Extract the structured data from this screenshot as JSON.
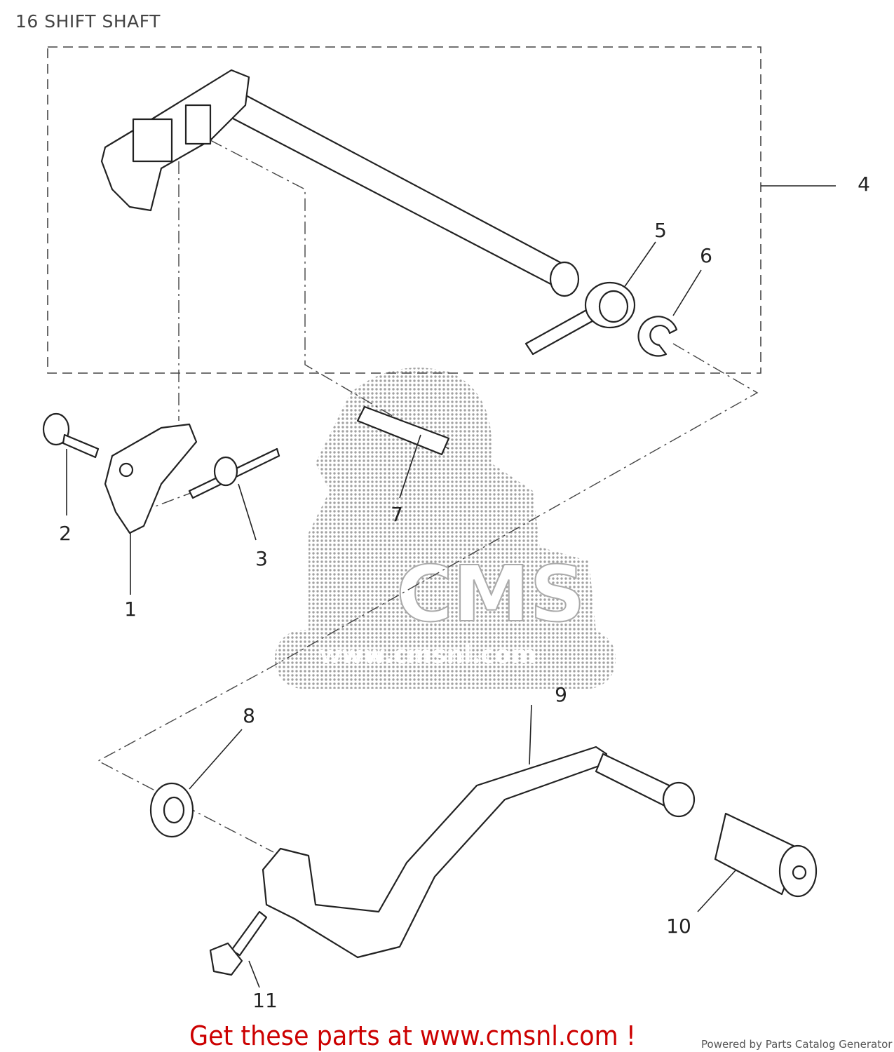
{
  "title": "16 SHIFT SHAFT",
  "callouts": [
    "1",
    "2",
    "3",
    "4",
    "5",
    "6",
    "7",
    "8",
    "9",
    "10",
    "11"
  ],
  "watermark": {
    "logo": "CMS",
    "url": "www.cmsnl.com"
  },
  "footer": {
    "promo": "Get these parts at www.cmsnl.com !",
    "powered_by": "Powered by Parts Catalog Generator"
  },
  "colors": {
    "promo": "#cc0000",
    "lines": "#222222"
  }
}
